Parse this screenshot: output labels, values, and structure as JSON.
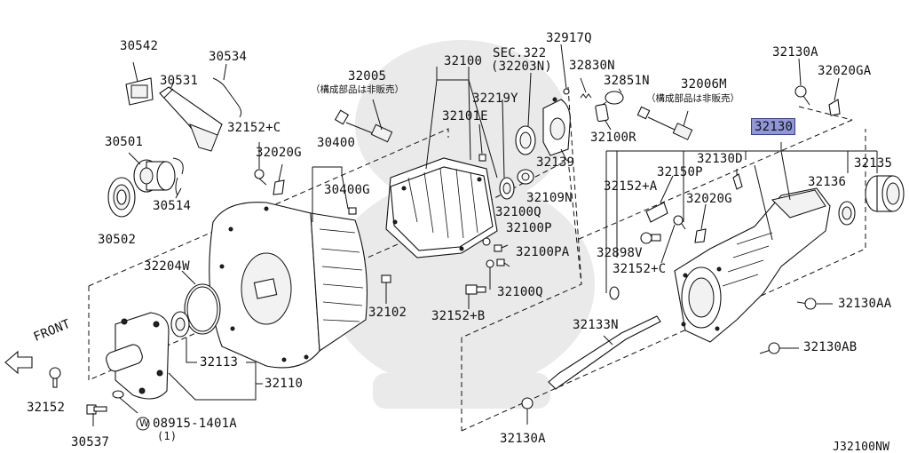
{
  "diagram": {
    "front_label": "FRONT",
    "drawing_id": "J32100NW",
    "highlighted_part": "32130",
    "labels": {
      "p30542": "30542",
      "p30534": "30534",
      "p30531": "30531",
      "p32005": "32005",
      "p32005_note": "（構成部品は非販売）",
      "p32100": "32100",
      "sec322": "SEC.322",
      "sec322_sub": "(32203N)",
      "p32917Q": "32917Q",
      "p32830N": "32830N",
      "p32851N": "32851N",
      "p32130A_top": "32130A",
      "p32020GA": "32020GA",
      "p32006M": "32006M",
      "p32006M_note": "（構成部品は非販売）",
      "p32219Y": "32219Y",
      "p32101E": "32101E",
      "p30501": "30501",
      "p32152C_top": "32152+C",
      "p32100R": "32100R",
      "p32130": "32130",
      "p32020G_left": "32020G",
      "p30400": "30400",
      "p32139": "32139",
      "p32130D": "32130D",
      "p32135": "32135",
      "p32150P": "32150P",
      "p30400G": "30400G",
      "p32109N": "32109N",
      "p32152A": "32152+A",
      "p32136": "32136",
      "p30514": "30514",
      "p32020G_right": "32020G",
      "p32100Q_top": "32100Q",
      "p32100P": "32100P",
      "p30502": "30502",
      "p32100PA": "32100PA",
      "p32898V": "32898V",
      "p32204W": "32204W",
      "p32152C_right": "32152+C",
      "p32100Q_bottom": "32100Q",
      "p32102": "32102",
      "p32130AA": "32130AA",
      "p32152B": "32152+B",
      "p32133N": "32133N",
      "p32130AB": "32130AB",
      "p32113": "32113",
      "p32110": "32110",
      "p32152": "32152",
      "p08915": "08915-1401A",
      "p08915_qty": "(1)",
      "p08915_prefix": "W",
      "p30537": "30537",
      "p32130A_bottom": "32130A"
    }
  }
}
